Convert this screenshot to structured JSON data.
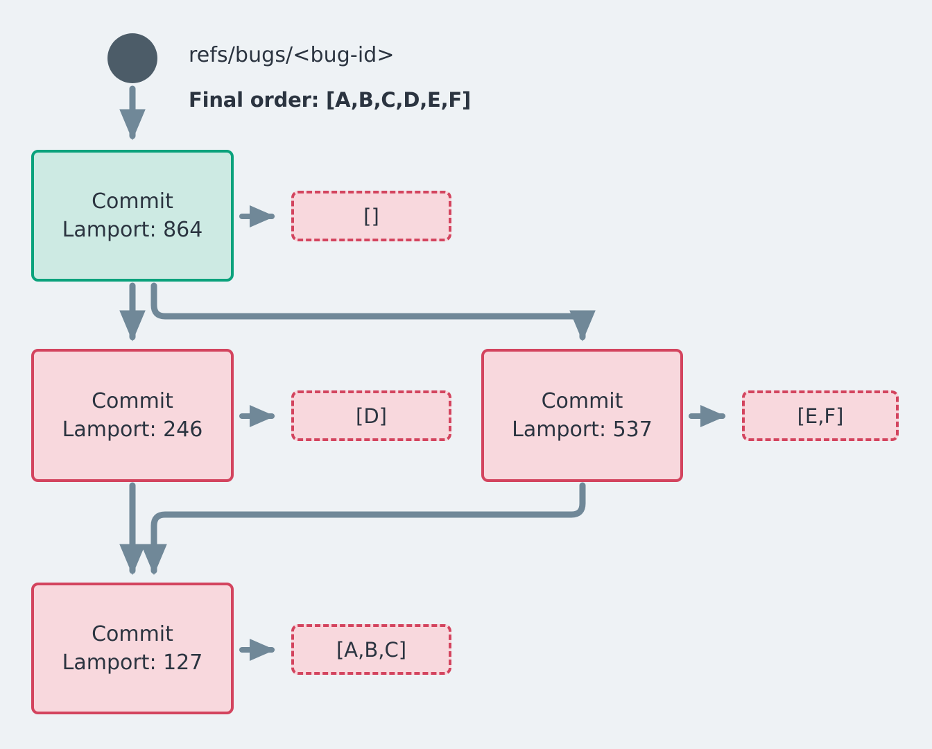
{
  "diagram": {
    "background_color": "#eef2f5",
    "edge_color": "#708898",
    "root": {
      "icon": "filled-circle-node",
      "color": "#4c5c68",
      "ref_label": "refs/bugs/<bug-id>",
      "final_order_label": "Final order: [A,B,C,D,E,F]"
    },
    "nodes": [
      {
        "id": "commit-864",
        "title": "Commit",
        "lamport": "Lamport: 864",
        "style": "teal",
        "fill": "#cdeae3",
        "border": "#0ba27c",
        "order": "[]"
      },
      {
        "id": "commit-246",
        "title": "Commit",
        "lamport": "Lamport: 246",
        "style": "pink",
        "fill": "#f8d8dd",
        "border": "#d3445e",
        "order": "[D]"
      },
      {
        "id": "commit-537",
        "title": "Commit",
        "lamport": "Lamport: 537",
        "style": "pink",
        "fill": "#f8d8dd",
        "border": "#d3445e",
        "order": "[E,F]"
      },
      {
        "id": "commit-127",
        "title": "Commit",
        "lamport": "Lamport: 127",
        "style": "pink",
        "fill": "#f8d8dd",
        "border": "#d3445e",
        "order": "[A,B,C]"
      }
    ],
    "edges": [
      {
        "from": "root",
        "to": "commit-864",
        "kind": "straight-down"
      },
      {
        "from": "commit-864",
        "to": "order-864",
        "kind": "short-right"
      },
      {
        "from": "commit-864",
        "to": "commit-246",
        "kind": "straight-down"
      },
      {
        "from": "commit-864",
        "to": "commit-537",
        "kind": "elbow-right"
      },
      {
        "from": "commit-246",
        "to": "order-246",
        "kind": "short-right"
      },
      {
        "from": "commit-537",
        "to": "order-537",
        "kind": "short-right"
      },
      {
        "from": "commit-246",
        "to": "commit-127",
        "kind": "straight-down"
      },
      {
        "from": "commit-537",
        "to": "commit-127",
        "kind": "elbow-left"
      },
      {
        "from": "commit-127",
        "to": "order-127",
        "kind": "short-right"
      }
    ]
  }
}
